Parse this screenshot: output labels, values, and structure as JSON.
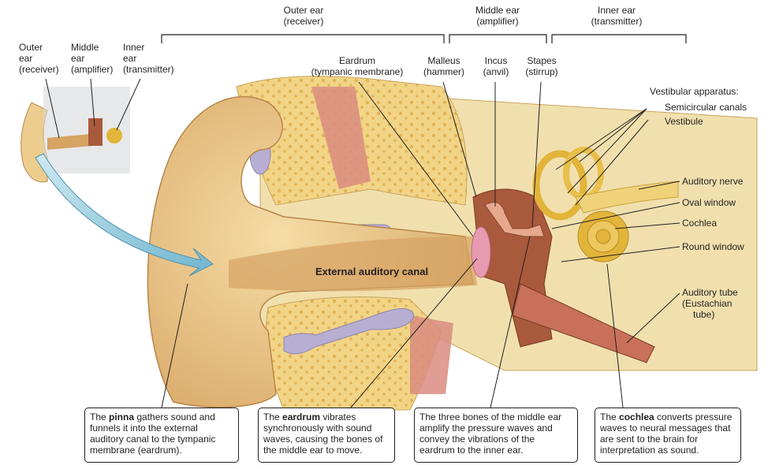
{
  "groups": {
    "outer": {
      "line1": "Outer ear",
      "line2": "(receiver)"
    },
    "middle": {
      "line1": "Middle ear",
      "line2": "(amplifier)"
    },
    "inner": {
      "line1": "Inner ear",
      "line2": "(transmitter)"
    }
  },
  "thumb": {
    "outer": {
      "l1": "Outer",
      "l2": "ear",
      "l3": "(receiver)"
    },
    "middle": {
      "l1": "Middle",
      "l2": "ear",
      "l3": "(amplifier)"
    },
    "inner": {
      "l1": "Inner",
      "l2": "ear",
      "l3": "(transmitter)"
    }
  },
  "labels": {
    "eardrum": {
      "l1": "Eardrum",
      "l2": "(tympanic membrane)"
    },
    "malleus": {
      "l1": "Malleus",
      "l2": "(hammer)"
    },
    "incus": {
      "l1": "Incus",
      "l2": "(anvil)"
    },
    "stapes": {
      "l1": "Stapes",
      "l2": "(stirrup)"
    },
    "vestibular": "Vestibular apparatus:",
    "semicircular": "Semicircular canals",
    "vestibule": "Vestibule",
    "auditory_nerve": "Auditory nerve",
    "oval_window": "Oval window",
    "cochlea": "Cochlea",
    "round_window": "Round window",
    "auditory_tube": {
      "l1": "Auditory tube",
      "l2": "(Eustachian",
      "l3": "tube)"
    },
    "canal": "External auditory canal"
  },
  "captions": {
    "pinna": {
      "pre": "The ",
      "bold": "pinna",
      "post": " gathers sound and funnels it into the external auditory canal to the tympanic membrane (eardrum)."
    },
    "eardrum": {
      "pre": "The ",
      "bold": "eardrum",
      "post": " vibrates synchronously with sound waves, causing the bones of the middle ear to move."
    },
    "bones": {
      "text": "The three bones of the middle ear amplify the pressure waves and convey the vibrations of the eardrum to the inner ear."
    },
    "cochlea": {
      "pre": "The ",
      "bold": "cochlea",
      "post": " converts pressure waves to neural messages that are sent to the brain for interpretation as sound."
    }
  },
  "colors": {
    "skin": "#eccd8e",
    "bone": "#f3dfa6",
    "cartilage": "#b7aed2",
    "muscle": "#d98c80",
    "cavity": "#a95a3c",
    "inner": "#e2b43a",
    "arrow": "#8fc9dc"
  }
}
